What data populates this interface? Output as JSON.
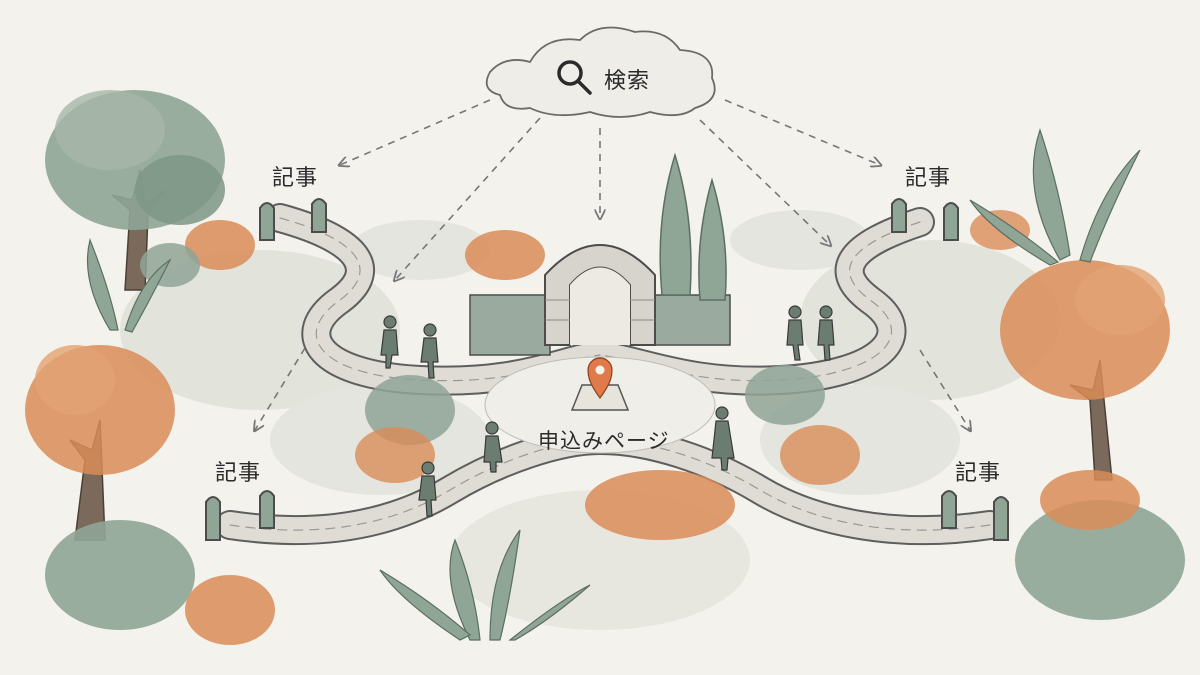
{
  "search_cloud": {
    "label": "検索",
    "icon": "magnifier-icon"
  },
  "destination": {
    "label": "申込みページ",
    "icon": "map-pin-icon"
  },
  "articles": [
    {
      "label": "記事"
    },
    {
      "label": "記事"
    },
    {
      "label": "記事"
    },
    {
      "label": "記事"
    }
  ],
  "colors": {
    "background": "#f4f2ec",
    "sage_green": "#8fa596",
    "dark_green": "#6f8a78",
    "orange": "#d98c58",
    "stone": "#d9d8d1",
    "ink": "#3a3a3a",
    "pin": "#e07a4a"
  }
}
